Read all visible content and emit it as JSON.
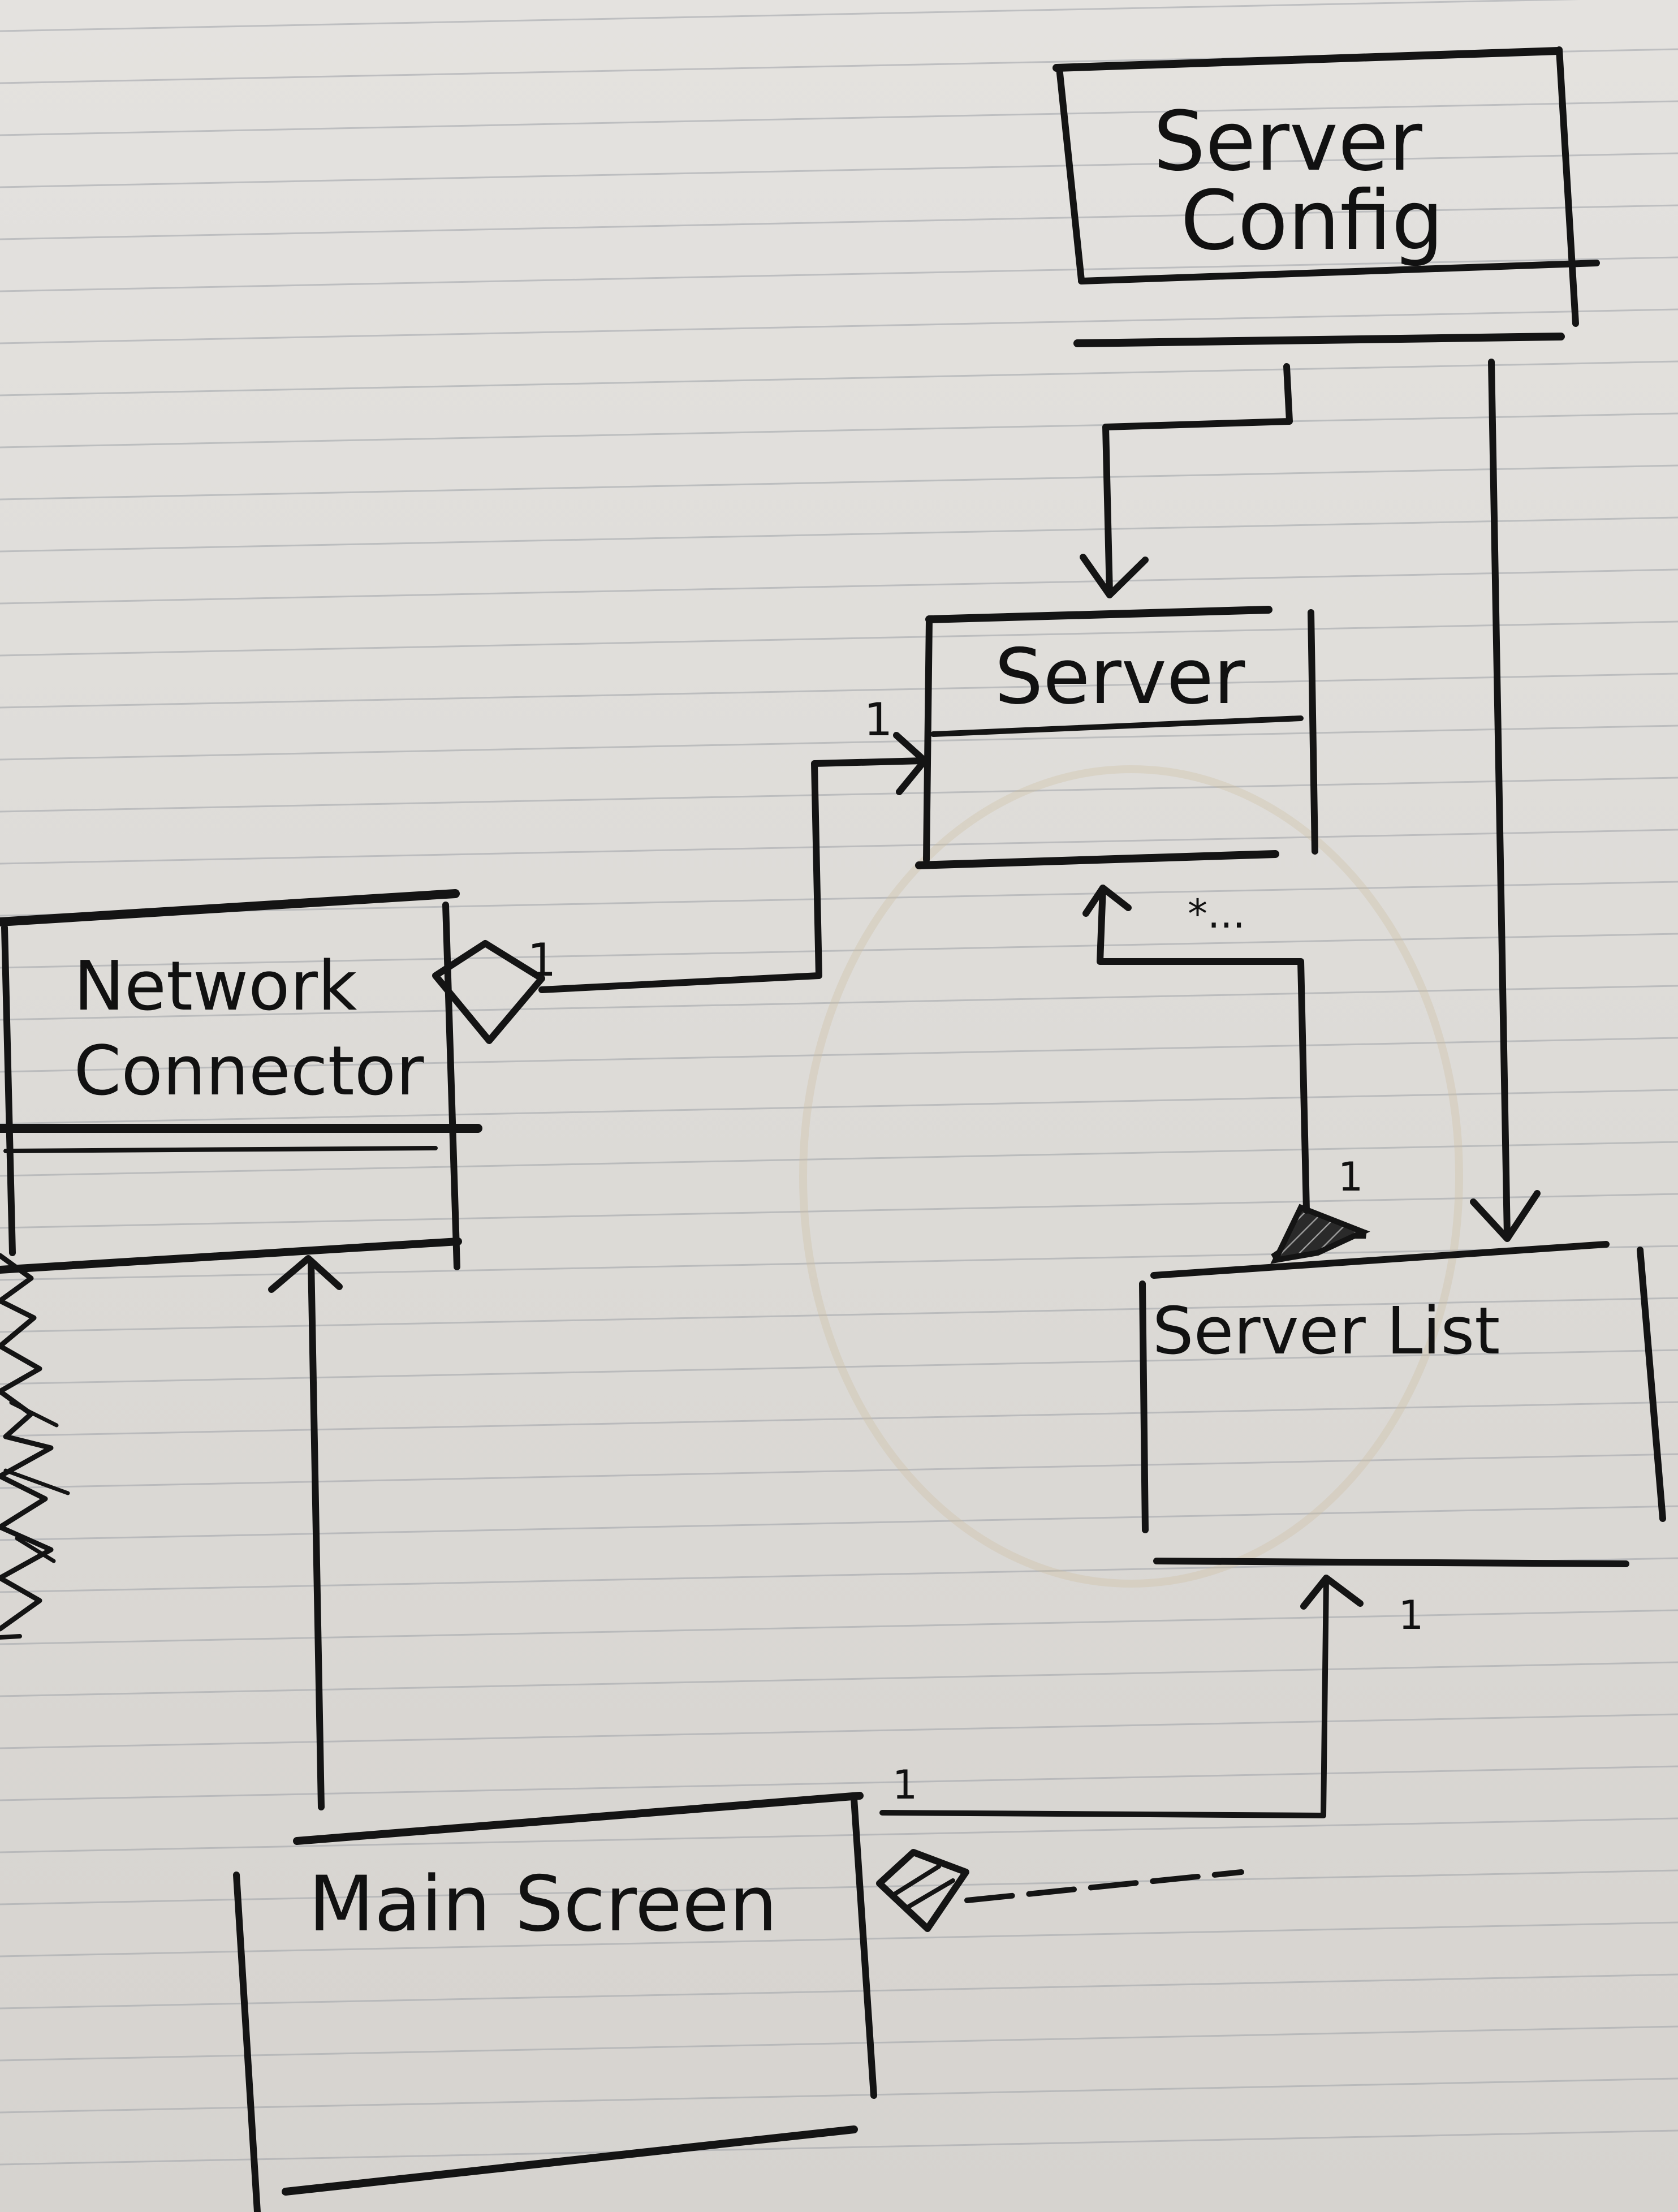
{
  "classes": [
    {
      "id": "server-config",
      "name_lines": [
        "Server",
        "Config"
      ]
    },
    {
      "id": "server",
      "name_lines": [
        "Server"
      ]
    },
    {
      "id": "network-connector",
      "name_lines": [
        "Network",
        "Connector"
      ]
    },
    {
      "id": "server-list",
      "name_lines": [
        "Server List"
      ]
    },
    {
      "id": "main-screen",
      "name_lines": [
        "Main Screen"
      ]
    }
  ],
  "multiplicities": {
    "server_from_connector": "1",
    "connector_to_server": "1",
    "server_to_list": "*...",
    "list_from_server": "1",
    "list_from_main": "1",
    "main_to_list": "1"
  },
  "colors": {
    "ink": "#141414",
    "paper": "#e2e0dc",
    "rule": "#9fa3a8"
  }
}
